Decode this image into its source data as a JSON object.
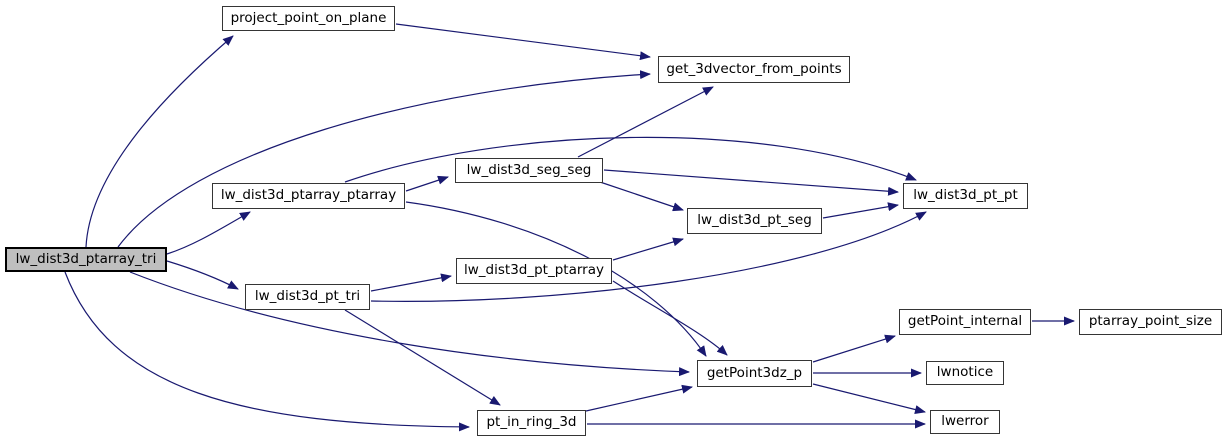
{
  "diagram": {
    "kind": "doxygen-call-graph",
    "edge_color": "#191970",
    "node_border_color": "#353535",
    "root_node_fill": "#bfbfbf",
    "node_fill": "#ffffff",
    "nodes": [
      {
        "id": "lw_dist3d_ptarray_tri",
        "label": "lw_dist3d_ptarray_tri",
        "root": true
      },
      {
        "id": "project_point_on_plane",
        "label": "project_point_on_plane",
        "root": false
      },
      {
        "id": "get_3dvector_from_points",
        "label": "get_3dvector_from_points",
        "root": false
      },
      {
        "id": "lw_dist3d_ptarray_ptarray",
        "label": "lw_dist3d_ptarray_ptarray",
        "root": false
      },
      {
        "id": "lw_dist3d_seg_seg",
        "label": "lw_dist3d_seg_seg",
        "root": false
      },
      {
        "id": "lw_dist3d_pt_seg",
        "label": "lw_dist3d_pt_seg",
        "root": false
      },
      {
        "id": "lw_dist3d_pt_pt",
        "label": "lw_dist3d_pt_pt",
        "root": false
      },
      {
        "id": "lw_dist3d_pt_ptarray",
        "label": "lw_dist3d_pt_ptarray",
        "root": false
      },
      {
        "id": "lw_dist3d_pt_tri",
        "label": "lw_dist3d_pt_tri",
        "root": false
      },
      {
        "id": "getPoint3dz_p",
        "label": "getPoint3dz_p",
        "root": false
      },
      {
        "id": "pt_in_ring_3d",
        "label": "pt_in_ring_3d",
        "root": false
      },
      {
        "id": "getPoint_internal",
        "label": "getPoint_internal",
        "root": false
      },
      {
        "id": "ptarray_point_size",
        "label": "ptarray_point_size",
        "root": false
      },
      {
        "id": "lwnotice",
        "label": "lwnotice",
        "root": false
      },
      {
        "id": "lwerror",
        "label": "lwerror",
        "root": false
      }
    ],
    "edges": [
      {
        "from": "lw_dist3d_ptarray_tri",
        "to": "project_point_on_plane"
      },
      {
        "from": "lw_dist3d_ptarray_tri",
        "to": "get_3dvector_from_points"
      },
      {
        "from": "lw_dist3d_ptarray_tri",
        "to": "lw_dist3d_ptarray_ptarray"
      },
      {
        "from": "lw_dist3d_ptarray_tri",
        "to": "lw_dist3d_pt_tri"
      },
      {
        "from": "lw_dist3d_ptarray_tri",
        "to": "getPoint3dz_p"
      },
      {
        "from": "lw_dist3d_ptarray_tri",
        "to": "pt_in_ring_3d"
      },
      {
        "from": "project_point_on_plane",
        "to": "get_3dvector_from_points"
      },
      {
        "from": "lw_dist3d_ptarray_ptarray",
        "to": "lw_dist3d_seg_seg"
      },
      {
        "from": "lw_dist3d_ptarray_ptarray",
        "to": "lw_dist3d_pt_pt"
      },
      {
        "from": "lw_dist3d_ptarray_ptarray",
        "to": "getPoint3dz_p"
      },
      {
        "from": "lw_dist3d_seg_seg",
        "to": "get_3dvector_from_points"
      },
      {
        "from": "lw_dist3d_seg_seg",
        "to": "lw_dist3d_pt_pt"
      },
      {
        "from": "lw_dist3d_seg_seg",
        "to": "lw_dist3d_pt_seg"
      },
      {
        "from": "lw_dist3d_pt_seg",
        "to": "lw_dist3d_pt_pt"
      },
      {
        "from": "lw_dist3d_pt_tri",
        "to": "lw_dist3d_pt_ptarray"
      },
      {
        "from": "lw_dist3d_pt_tri",
        "to": "lw_dist3d_pt_pt"
      },
      {
        "from": "lw_dist3d_pt_tri",
        "to": "pt_in_ring_3d"
      },
      {
        "from": "lw_dist3d_pt_ptarray",
        "to": "lw_dist3d_pt_seg"
      },
      {
        "from": "lw_dist3d_pt_ptarray",
        "to": "getPoint3dz_p"
      },
      {
        "from": "pt_in_ring_3d",
        "to": "getPoint3dz_p"
      },
      {
        "from": "pt_in_ring_3d",
        "to": "lwerror"
      },
      {
        "from": "getPoint3dz_p",
        "to": "getPoint_internal"
      },
      {
        "from": "getPoint3dz_p",
        "to": "lwnotice"
      },
      {
        "from": "getPoint3dz_p",
        "to": "lwerror"
      },
      {
        "from": "getPoint_internal",
        "to": "ptarray_point_size"
      }
    ]
  }
}
